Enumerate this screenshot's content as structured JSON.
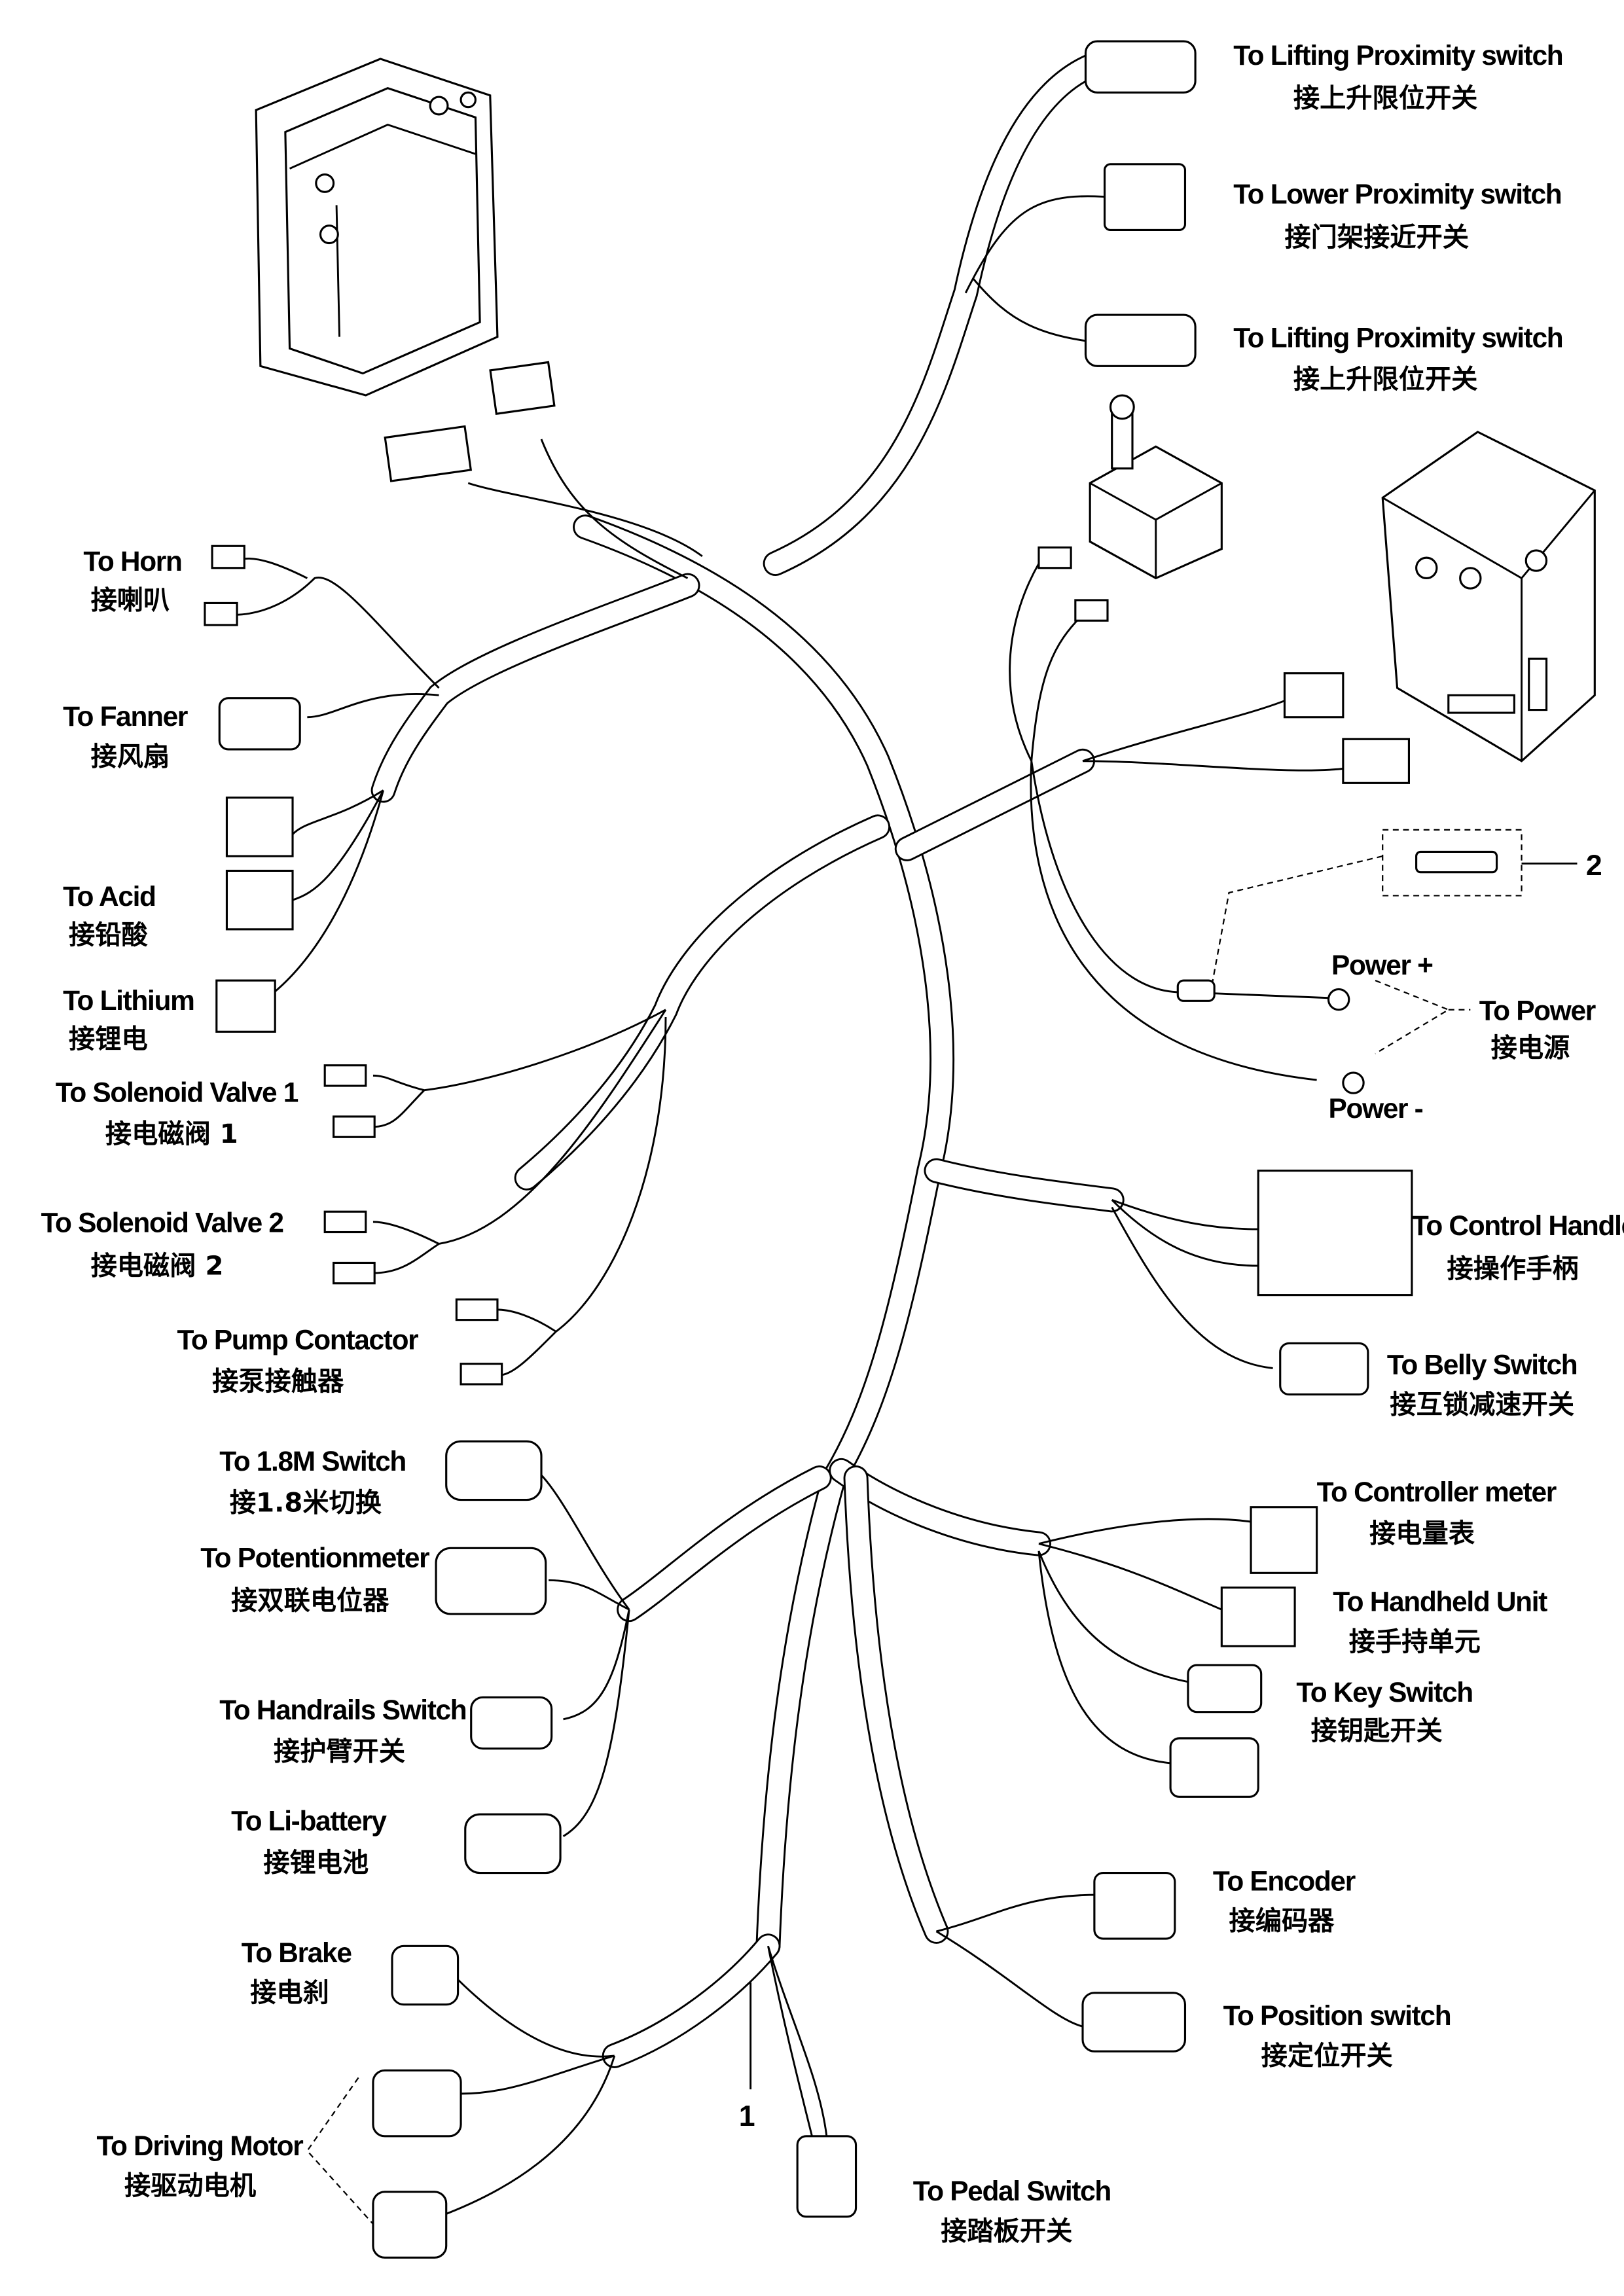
{
  "labels": {
    "lifting1_en": "To  Lifting Proximity switch",
    "lifting1_cn": "接上升限位开关",
    "lower_en": "To  Lower Proximity switch",
    "lower_cn": "接门架接近开关",
    "lifting2_en": "To  Lifting Proximity switch",
    "lifting2_cn": "接上升限位开关",
    "horn_en": "To Horn",
    "horn_cn": "接喇叭",
    "fanner_en": "To  Fanner",
    "fanner_cn": "接风扇",
    "acid_en": "To  Acid",
    "acid_cn": "接铅酸",
    "lithium_en": "To  Lithium",
    "lithium_cn": "接锂电",
    "sv1_en": "To Solenoid Valve 1",
    "sv1_cn": "接电磁阀 1",
    "sv2_en": "To Solenoid Valve 2",
    "sv2_cn": "接电磁阀 2",
    "pump_en": "To Pump Contactor",
    "pump_cn": "接泵接触器",
    "sw18_en": "To 1.8M Switch",
    "sw18_cn": "接1.8米切换",
    "pot_en": "To Potentionmeter",
    "pot_cn": "接双联电位器",
    "handrails_en": "To  Handrails Switch",
    "handrails_cn": "接护臂开关",
    "libat_en": "To Li-battery",
    "libat_cn": "接锂电池",
    "brake_en": "To  Brake",
    "brake_cn": "接电刹",
    "drive_en": "To Driving Motor",
    "drive_cn": "接驱动电机",
    "pedal_en": "To Pedal Switch",
    "pedal_cn": "接踏板开关",
    "position_en": "To Position switch",
    "position_cn": "接定位开关",
    "encoder_en": "To Encoder",
    "encoder_cn": "接编码器",
    "key_en": "To Key Switch",
    "key_cn": "接钥匙开关",
    "handheld_en": "To Handheld Unit",
    "handheld_cn": "接手持单元",
    "meter_en": "To Controller meter",
    "meter_cn": "接电量表",
    "belly_en": "To Belly Switch",
    "belly_cn": "接互锁减速开关",
    "handle_en": "To Control Handle",
    "handle_cn": "接操作手柄",
    "power_en": "To Power",
    "power_cn": "接电源",
    "power_plus": "Power +",
    "power_minus": "Power -",
    "callout_1": "1",
    "callout_2": "2"
  }
}
